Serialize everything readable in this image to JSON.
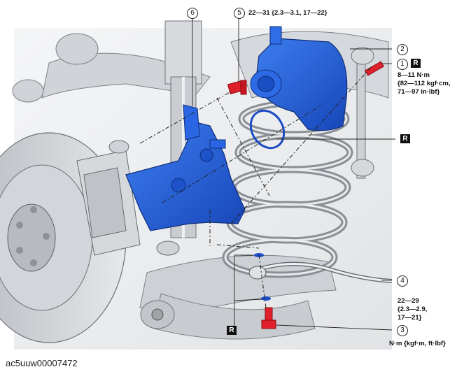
{
  "callouts": {
    "c1": "1",
    "c2": "2",
    "c3": "3",
    "c4": "4",
    "c5": "5",
    "c6": "6"
  },
  "marks": {
    "r": "R"
  },
  "torques": {
    "part5": "22—31 {2.3—3.1, 17—22}",
    "part1_line1": "8—11 N·m",
    "part1_line2": "{82—112 kgf·cm,",
    "part1_line3": "71—97 in·lbf}",
    "part3_line1": "22—29",
    "part3_line2": "{2.3—2.9,",
    "part3_line3": "17—21}",
    "units": "N·m {kgf·m, ft·lbf}"
  },
  "caption": "ac5uuw00007472",
  "colors": {
    "caliper_blue": "#1f5fd8",
    "bolt_red": "#e0202a",
    "background_gray": "#d9dbde",
    "line_dark": "#222222"
  }
}
